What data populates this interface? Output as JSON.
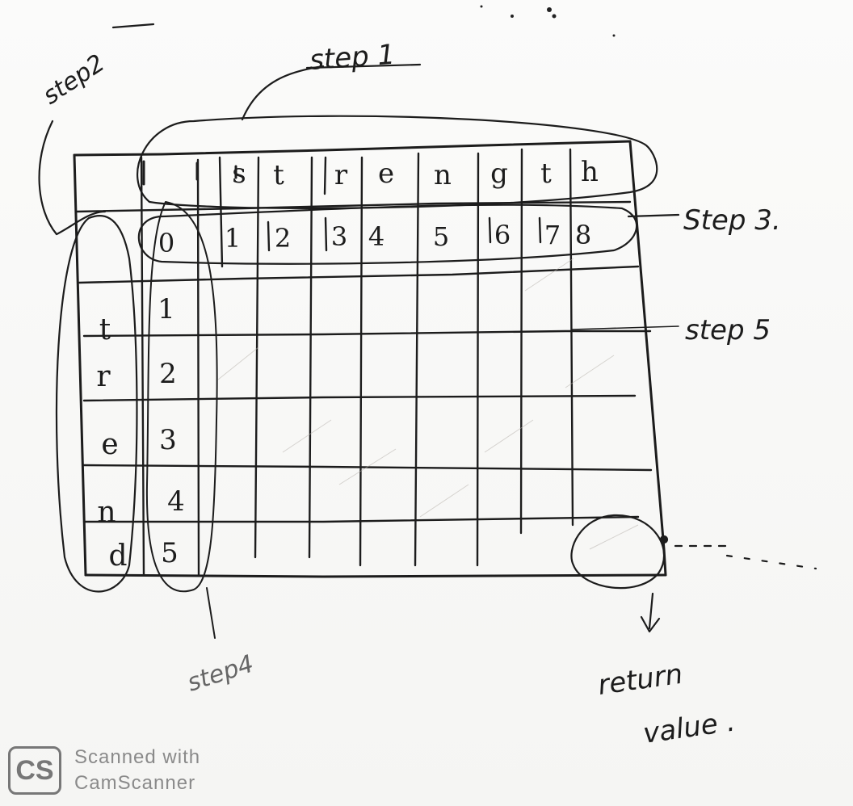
{
  "diagram": {
    "header_letters": [
      "s",
      "t",
      "r",
      "e",
      "n",
      "g",
      "t",
      "h"
    ],
    "index_row": [
      "0",
      "1",
      "2",
      "3",
      "4",
      "5",
      "6",
      "7",
      "8"
    ],
    "side_letters": [
      "t",
      "r",
      "e",
      "n",
      "d"
    ],
    "side_numbers": [
      "1",
      "2",
      "3",
      "4",
      "5"
    ],
    "annotations": {
      "step1": "step 1",
      "step2": "step2",
      "step3": "Step 3.",
      "step4": "step4",
      "step5": "step 5",
      "return_line1": "return",
      "return_line2": "value ."
    }
  },
  "watermark": {
    "logo": "CS",
    "line1": "Scanned with",
    "line2": "CamScanner"
  }
}
